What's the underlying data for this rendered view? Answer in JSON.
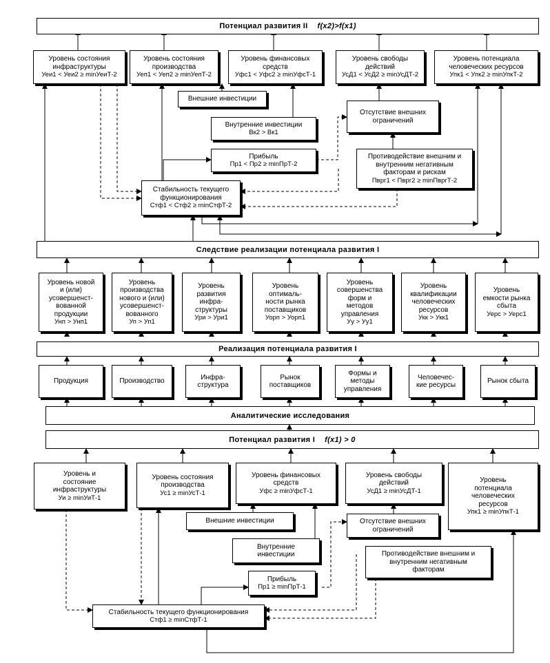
{
  "potential_ii": {
    "title": "Потенциал развития II",
    "formula": "f(x2)>f(x1)",
    "boxes": {
      "infra": [
        "Уровень состояния",
        "инфраструктуры",
        "Уеи1 < Уеи2 ≥ minУеиТ-2"
      ],
      "prod": [
        "Уровень состояния",
        "производства",
        "Уеп1 < Уеп2 ≥ minУепТ-2"
      ],
      "fin": [
        "Уровень финансовых",
        "средств",
        "Уфс1 < Уфс2 ≥ minУфсТ-1"
      ],
      "freedom": [
        "Уровень свободы",
        "действий",
        "УсД1 < УсД2 ≥ minУсДТ-2"
      ],
      "human": [
        "Уровень потенциала",
        "человеческих ресурсов",
        "Упк1 < Упк2 ≥ minУпкТ-2"
      ],
      "ext_inv": [
        "Внешние инвестиции"
      ],
      "no_limits": [
        "Отсутствие внешних",
        "ограничений"
      ],
      "int_inv": [
        "Внутренние инвестиции",
        "Вк2 > Вк1"
      ],
      "profit": [
        "Прибыль",
        "Пр1 < Пр2 ≥ minПрТ-2"
      ],
      "counter": [
        "Противодействие внешним и",
        "внутренним негативным",
        "факторам и рискам",
        "Пврг1 < Пврг2 ≥ minПвргТ-2"
      ],
      "stability": [
        "Стабильность текущего",
        "функционирования",
        "Стф1 < Стф2 ≥ minСтфТ-2"
      ]
    }
  },
  "consequence": {
    "title": "Следствие реализации потенциала развития I",
    "boxes": [
      [
        "Уровень новой",
        "и (или)",
        "усовершенст-",
        "вованной",
        "продукции",
        "Унп > Унп1"
      ],
      [
        "Уровень",
        "производства",
        "нового и (или)",
        "усовершенст-",
        "вованного",
        "Уп > Уп1"
      ],
      [
        "Уровень",
        "развития",
        "инфра-",
        "структуры",
        "Ури > Ури1"
      ],
      [
        "Уровень",
        "оптималь-",
        "ности рынка",
        "поставщиков",
        "Уорп > Уорп1"
      ],
      [
        "Уровень",
        "совершенства",
        "форм и",
        "методов",
        "управления",
        "Уу > Уу1"
      ],
      [
        "Уровень",
        "квалификации",
        "человеческих",
        "ресурсов",
        "Укк > Укк1"
      ],
      [
        "Уровень",
        "емкости рынка",
        "сбыта",
        "Уерс > Уерс1"
      ]
    ]
  },
  "realization": {
    "title": "Реализация потенциала развития I",
    "boxes": [
      [
        "Продукция"
      ],
      [
        "Производство"
      ],
      [
        "Инфра-",
        "структура"
      ],
      [
        "Рынок",
        "поставщиков"
      ],
      [
        "Формы и",
        "методы",
        "управления"
      ],
      [
        "Человечес-",
        "кие ресурсы"
      ],
      [
        "Рынок сбыта"
      ]
    ]
  },
  "analytics": {
    "title": "Аналитические исследования"
  },
  "potential_i": {
    "title": "Потенциал развития I",
    "formula": "f(x1) > 0",
    "boxes": {
      "infra": [
        "Уровень и",
        "состояние",
        "инфраструктуры",
        "Уи ≥ minУиТ-1"
      ],
      "prod": [
        "Уровень состояния",
        "производства",
        "Ус1 ≥ minУсТ-1"
      ],
      "fin": [
        "Уровень финансовых",
        "средств",
        "Уфс ≥ minУфсТ-1"
      ],
      "freedom": [
        "Уровень свободы",
        "действий",
        "УсД1 ≥ minУсДТ-1"
      ],
      "human": [
        "Уровень",
        "потенциала",
        "человеческих",
        "ресурсов",
        "Упк1 ≥ minУпкТ-1"
      ],
      "ext_inv": [
        "Внешние инвестиции"
      ],
      "no_limits": [
        "Отсутствие внешних",
        "ограничений"
      ],
      "int_inv": [
        "Внутренние",
        "инвестиции"
      ],
      "counter": [
        "Противодействие внешним и",
        "внутренним негативным",
        "факторам"
      ],
      "profit": [
        "Прибыль",
        "Пр1 ≥ minПрТ-1"
      ],
      "stability": [
        "Стабильность текущего функционирования",
        "Стф1 ≥ minСтфТ-1"
      ]
    }
  }
}
